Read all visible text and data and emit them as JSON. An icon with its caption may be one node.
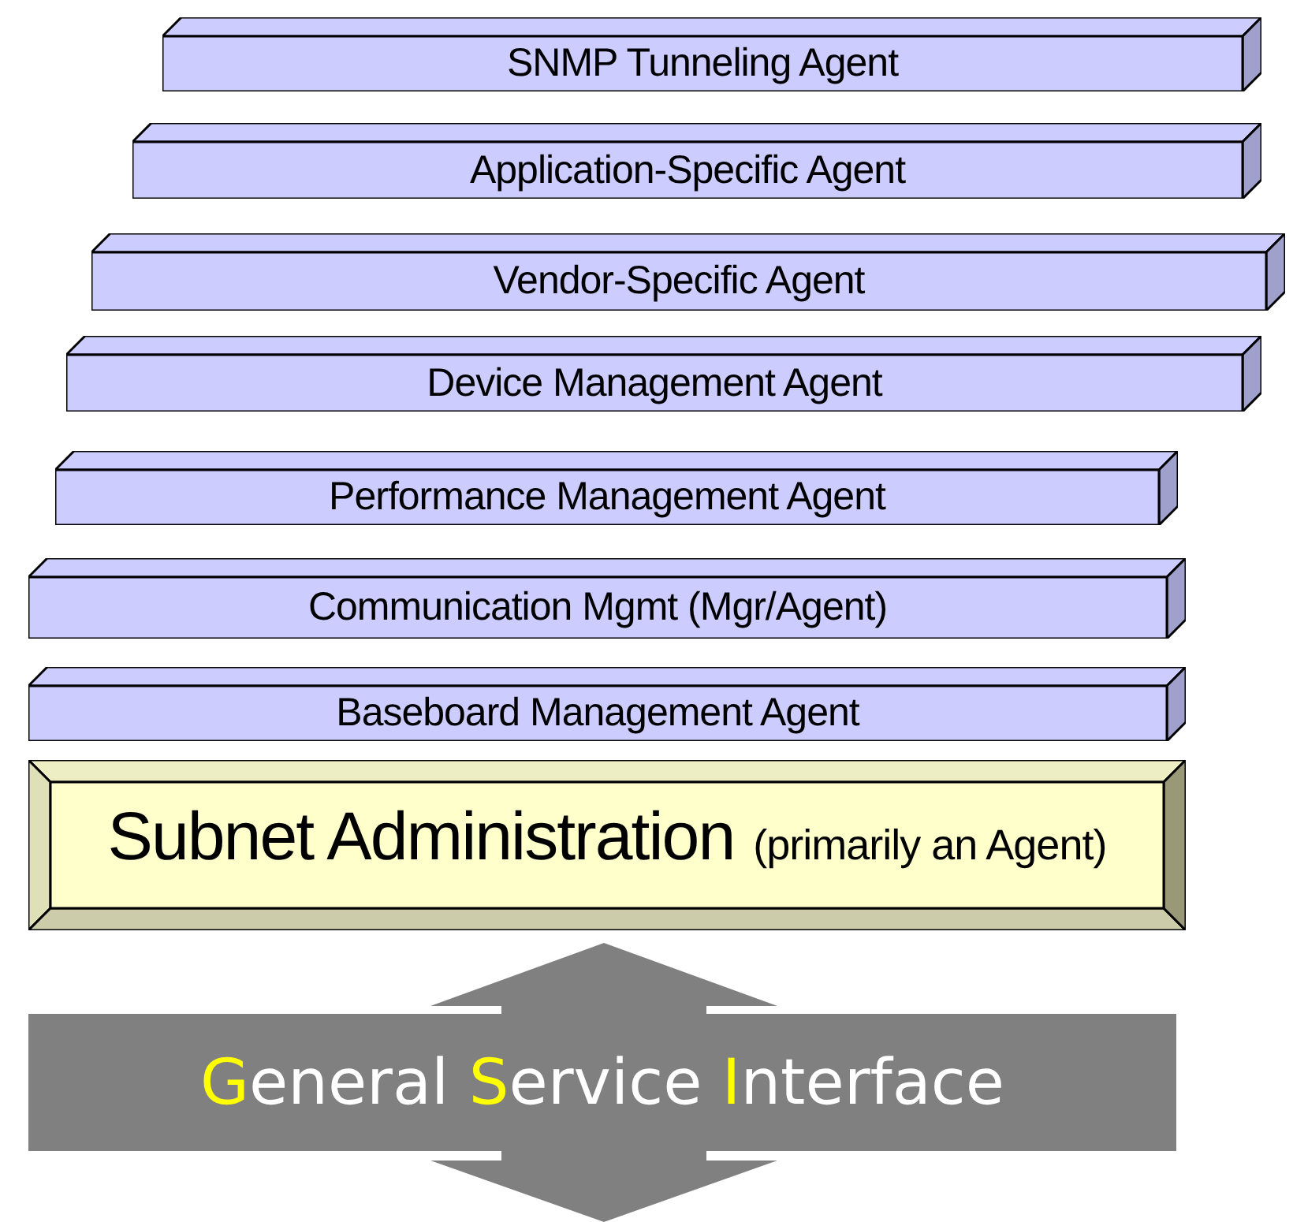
{
  "diagram": {
    "nodes": [
      {
        "text": [
          "SNMP Tunneling Agent"
        ]
      },
      {
        "text": [
          "Application-Specific Agent"
        ]
      },
      {
        "text": [
          "Vendor-Specific Agent"
        ]
      },
      {
        "text": [
          "Device Management Agent"
        ]
      },
      {
        "text": [
          "Performance Management Agent"
        ]
      },
      {
        "text": [
          "Communication Mgmt (Mgr/Agent)"
        ]
      },
      {
        "text": [
          "Baseboard Management Agent"
        ]
      },
      {
        "text": [
          "Subnet Administration",
          "(primarily an Agent)"
        ]
      },
      {
        "text": [
          "General Service Interface"
        ]
      }
    ]
  }
}
